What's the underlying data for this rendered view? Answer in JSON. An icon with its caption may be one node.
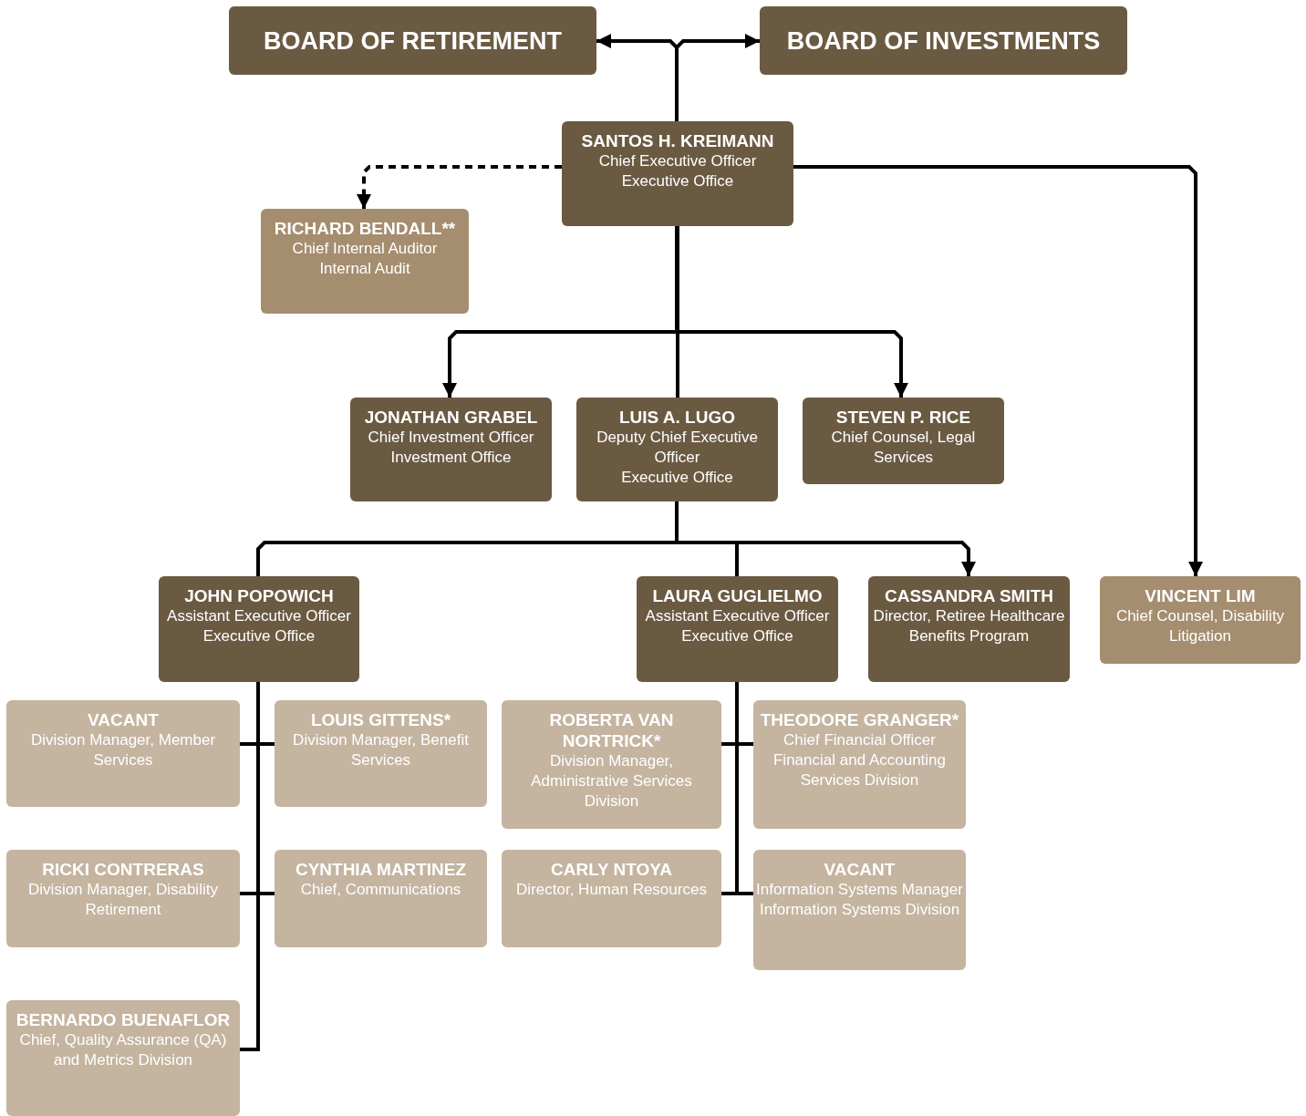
{
  "diagram": {
    "nodes": [
      {
        "text": [
          "BOARD OF RETIREMENT"
        ]
      },
      {
        "text": [
          "BOARD OF INVESTMENTS"
        ]
      },
      {
        "text": [
          "SANTOS H. KREIMANN",
          "Chief Executive Officer",
          "Executive Office"
        ]
      },
      {
        "text": [
          "RICHARD BENDALL**",
          "Chief Internal Auditor",
          "Internal Audit"
        ]
      },
      {
        "text": [
          "JONATHAN GRABEL",
          "Chief Investment Officer",
          "Investment Office"
        ]
      },
      {
        "text": [
          "LUIS A. LUGO",
          "Deputy Chief Executive Officer",
          "Executive Office"
        ]
      },
      {
        "text": [
          "STEVEN P. RICE",
          "Chief Counsel, Legal Services"
        ]
      },
      {
        "text": [
          "JOHN POPOWICH",
          "Assistant Executive Officer",
          "Executive Office"
        ]
      },
      {
        "text": [
          "LAURA GUGLIELMO",
          "Assistant Executive Officer",
          "Executive Office"
        ]
      },
      {
        "text": [
          "CASSANDRA SMITH",
          "Director, Retiree Healthcare Benefits Program"
        ]
      },
      {
        "text": [
          "VINCENT LIM",
          "Chief Counsel, Disability Litigation"
        ]
      },
      {
        "text": [
          "VACANT",
          "Division Manager, Member Services"
        ]
      },
      {
        "text": [
          "LOUIS GITTENS*",
          "Division Manager, Benefit Services"
        ]
      },
      {
        "text": [
          "ROBERTA VAN NORTRICK*",
          "Division Manager, Administrative Services Division"
        ]
      },
      {
        "text": [
          "THEODORE GRANGER*",
          "Chief Financial Officer",
          "Financial and Accounting Services Division"
        ]
      },
      {
        "text": [
          "RICKI CONTRERAS",
          "Division Manager, Disability Retirement"
        ]
      },
      {
        "text": [
          "CYNTHIA MARTINEZ",
          "Chief, Communications"
        ]
      },
      {
        "text": [
          "CARLY NTOYA",
          "Director, Human Resources"
        ]
      },
      {
        "text": [
          "VACANT",
          "Information Systems Manager",
          "Information Systems Division"
        ]
      },
      {
        "text": [
          "BERNARDO BUENAFLOR",
          "Chief, Quality Assurance (QA) and Metrics Division"
        ]
      }
    ],
    "edges": [
      {
        "from": 2,
        "to": 0,
        "arrow": "to"
      },
      {
        "from": 2,
        "to": 1,
        "arrow": "to"
      },
      {
        "from": 2,
        "to": 3,
        "arrow": "to",
        "style": "dashed"
      },
      {
        "from": 2,
        "to": 4,
        "arrow": "to"
      },
      {
        "from": 2,
        "to": 5,
        "arrow": "none"
      },
      {
        "from": 2,
        "to": 6,
        "arrow": "to"
      },
      {
        "from": 2,
        "to": 10,
        "arrow": "to"
      },
      {
        "from": 5,
        "to": 7,
        "arrow": "none"
      },
      {
        "from": 5,
        "to": 8,
        "arrow": "none"
      },
      {
        "from": 5,
        "to": 9,
        "arrow": "to"
      },
      {
        "from": 7,
        "to": 11,
        "arrow": "none"
      },
      {
        "from": 7,
        "to": 12,
        "arrow": "none"
      },
      {
        "from": 7,
        "to": 15,
        "arrow": "none"
      },
      {
        "from": 7,
        "to": 16,
        "arrow": "none"
      },
      {
        "from": 7,
        "to": 19,
        "arrow": "none"
      },
      {
        "from": 8,
        "to": 13,
        "arrow": "none"
      },
      {
        "from": 8,
        "to": 14,
        "arrow": "none"
      },
      {
        "from": 8,
        "to": 17,
        "arrow": "none"
      },
      {
        "from": 8,
        "to": 18,
        "arrow": "none"
      }
    ]
  }
}
